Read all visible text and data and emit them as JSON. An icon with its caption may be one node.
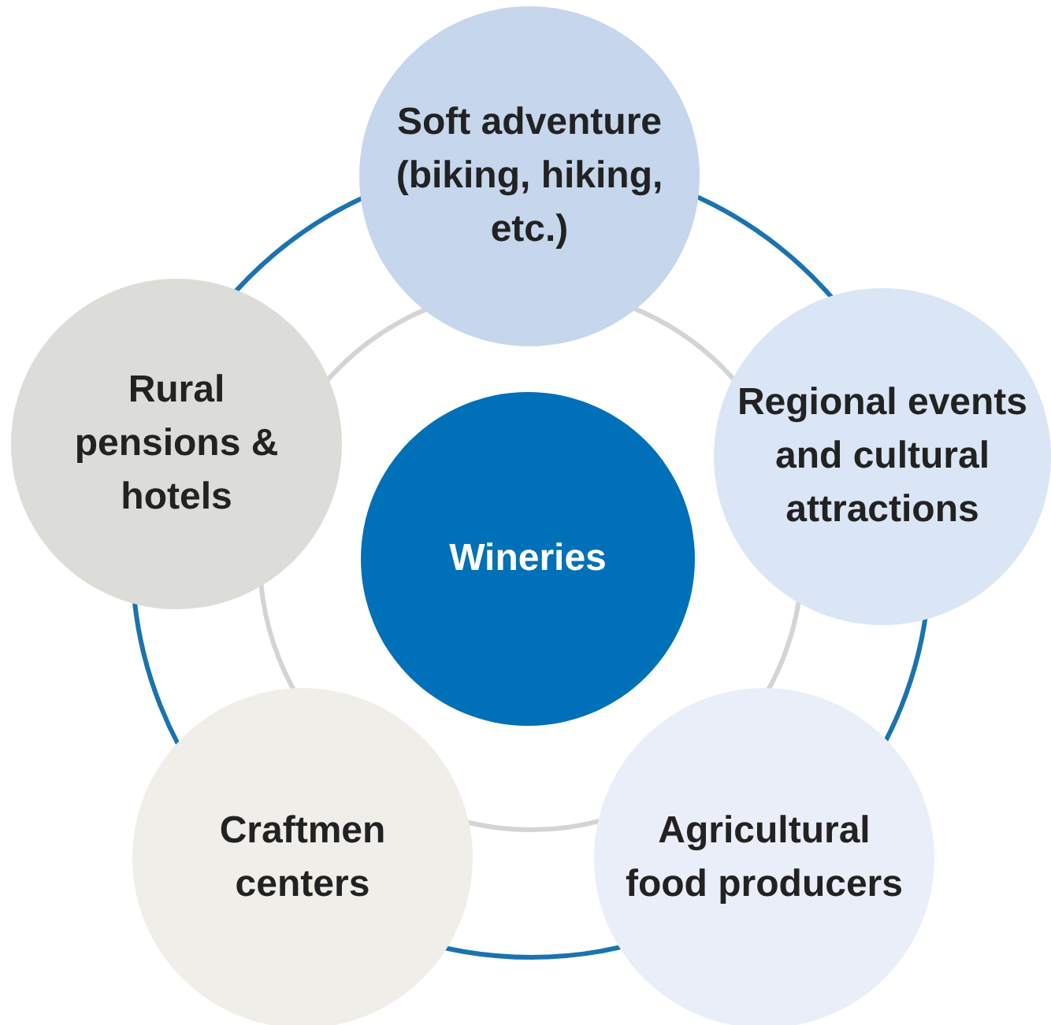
{
  "diagram": {
    "nodes": [
      {
        "text": [
          "Soft adventure (biking, hiking, etc.)"
        ]
      },
      {
        "text": [
          "Rural pensions & hotels"
        ]
      },
      {
        "text": [
          "Regional events and cultural attractions"
        ]
      },
      {
        "text": [
          "Wineries"
        ]
      },
      {
        "text": [
          "Craftmen centers"
        ]
      },
      {
        "text": [
          "Agricultural food producers"
        ]
      }
    ]
  }
}
